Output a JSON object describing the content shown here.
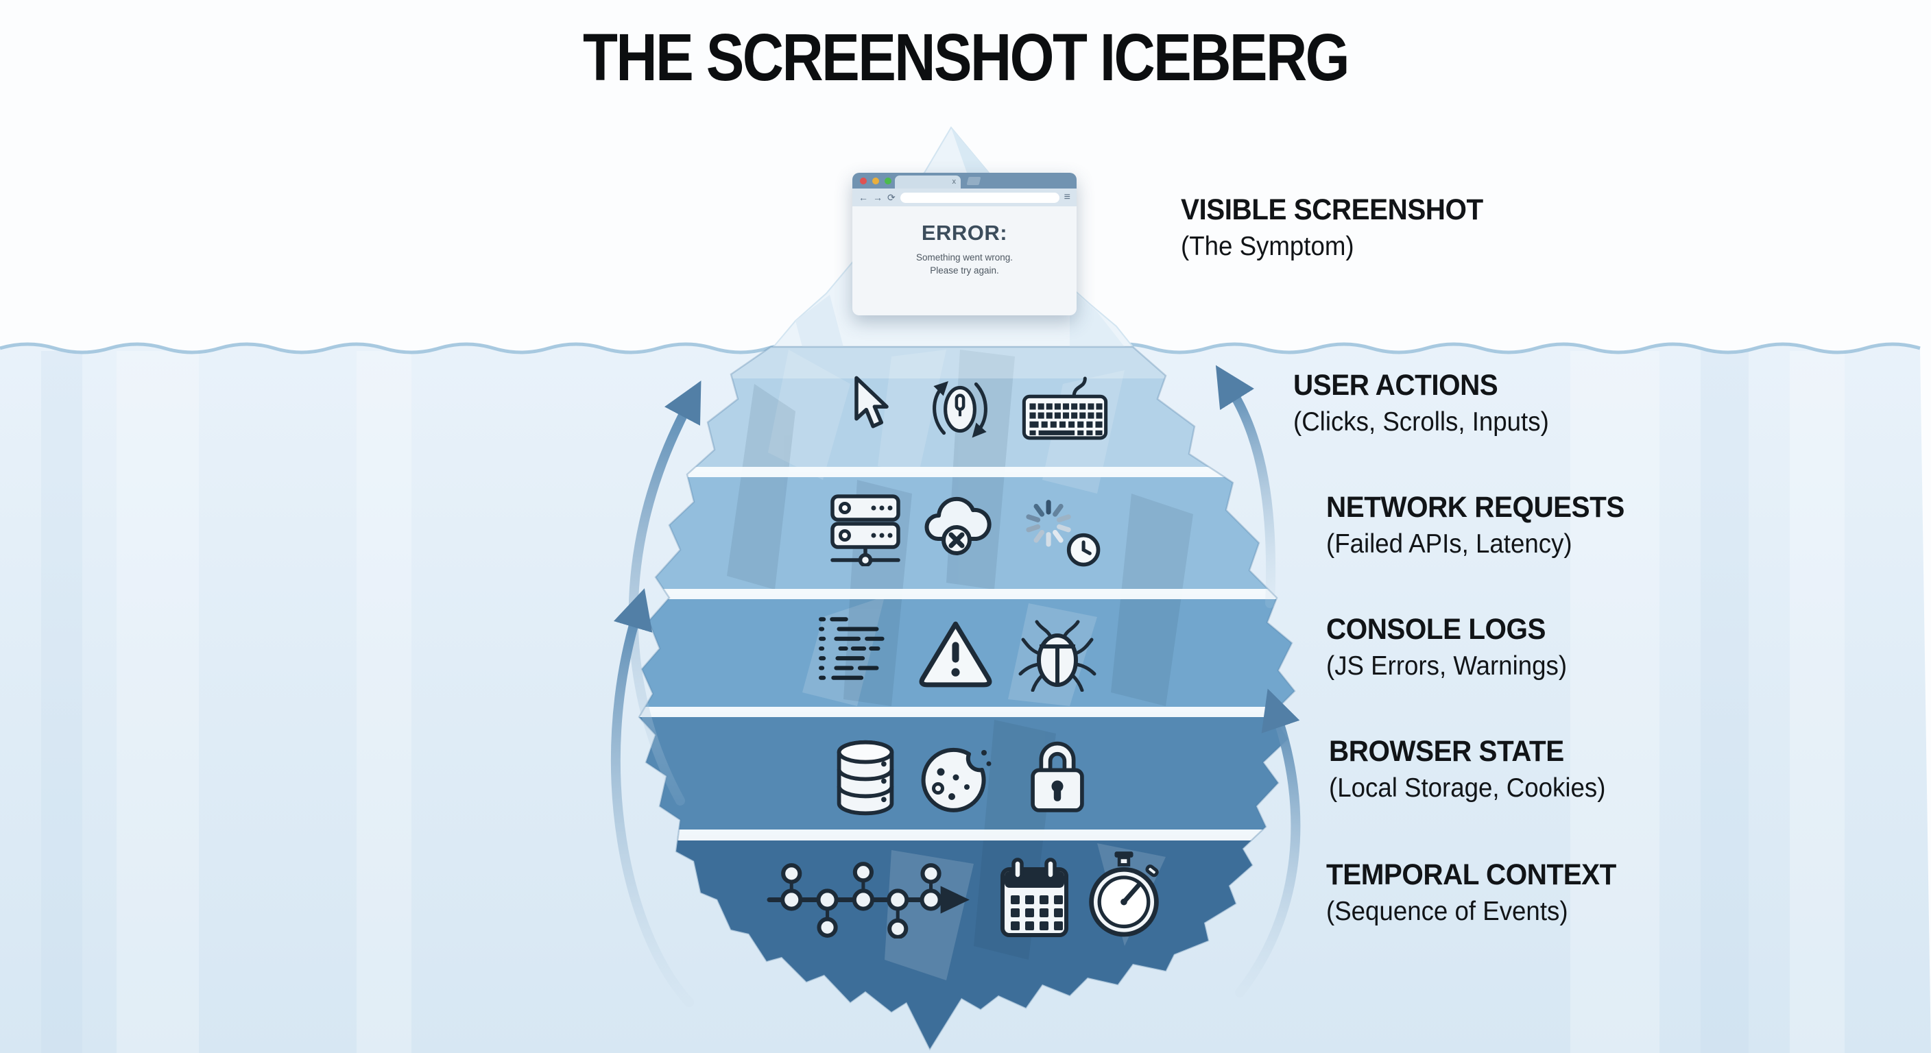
{
  "title": "THE SCREENSHOT ICEBERG",
  "browser_window": {
    "tab_close_label": "x",
    "back_icon": "←",
    "forward_icon": "→",
    "refresh_icon": "⟳",
    "menu_icon": "≡",
    "error_heading": "ERROR:",
    "error_message_line1": "Something went wrong.",
    "error_message_line2": "Please try again."
  },
  "annotations": [
    {
      "title": "VISIBLE SCREENSHOT",
      "subtitle": "(The Symptom)"
    },
    {
      "title": "USER ACTIONS",
      "subtitle": "(Clicks, Scrolls, Inputs)"
    },
    {
      "title": "NETWORK REQUESTS",
      "subtitle": "(Failed APIs, Latency)"
    },
    {
      "title": "CONSOLE LOGS",
      "subtitle": "(JS Errors, Warnings)"
    },
    {
      "title": "BROWSER STATE",
      "subtitle": "(Local Storage, Cookies)"
    },
    {
      "title": "TEMPORAL CONTEXT",
      "subtitle": "(Sequence of Events)"
    }
  ],
  "iceberg_layers": [
    {
      "label": "USER ACTIONS",
      "icons": [
        "cursor-icon",
        "mouse-scroll-icon",
        "keyboard-icon"
      ]
    },
    {
      "label": "NETWORK REQUESTS",
      "icons": [
        "server-icon",
        "cloud-error-icon",
        "loading-clock-icon"
      ]
    },
    {
      "label": "CONSOLE LOGS",
      "icons": [
        "console-lines-icon",
        "warning-triangle-icon",
        "bug-icon"
      ]
    },
    {
      "label": "BROWSER STATE",
      "icons": [
        "database-icon",
        "cookie-icon",
        "lock-icon"
      ]
    },
    {
      "label": "TEMPORAL CONTEXT",
      "icons": [
        "timeline-icon",
        "calendar-icon",
        "stopwatch-icon"
      ]
    }
  ],
  "colors": {
    "background": "#fcfdfe",
    "water_top": "#e9f2fa",
    "water_bottom": "#d7e7f3",
    "waterline": "#a3c6de",
    "berg_above_water": "#ecf4fa",
    "layer_user_actions": "#b3d2e8",
    "layer_network_requests": "#93bedd",
    "layer_console_logs": "#72a6cd",
    "layer_browser_state": "#5589b3",
    "layer_temporal_context": "#3d6e99",
    "layer_divider": "#f7fbfd",
    "icon_ink": "#1d2b38",
    "icon_fill": "#f2f6f9",
    "arrow": "#527fa6",
    "browser_titlebar": "#7193b1",
    "traffic_red": "#e05252",
    "traffic_yellow": "#eaaf3d",
    "traffic_green": "#4cbb4c",
    "title_text": "#0c0e10",
    "label_text": "#111417"
  }
}
